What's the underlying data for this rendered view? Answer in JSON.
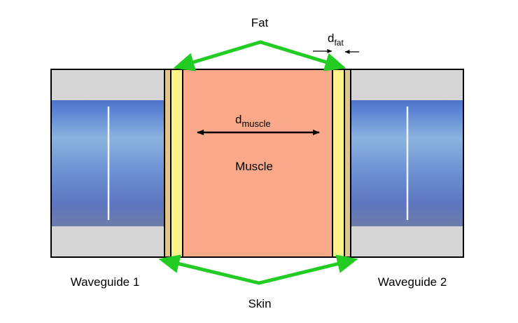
{
  "labels": {
    "fat": "Fat",
    "skin": "Skin",
    "muscle": "Muscle",
    "waveguide_1": "Waveguide 1",
    "waveguide_2": "Waveguide 2",
    "d_fat_main": "d",
    "d_fat_sub": "fat",
    "d_muscle_main": "d",
    "d_muscle_sub": "muscle"
  },
  "colors": {
    "arrow_green": "#22cc22",
    "muscle": "#f9a98a",
    "skin": "#fbf389",
    "fat": "#e0c48a",
    "waveguide_frame": "#d6d6d6",
    "waveguide_blue_light": "#8db7de",
    "waveguide_blue_dark": "#5679c4",
    "outline": "#000000"
  }
}
